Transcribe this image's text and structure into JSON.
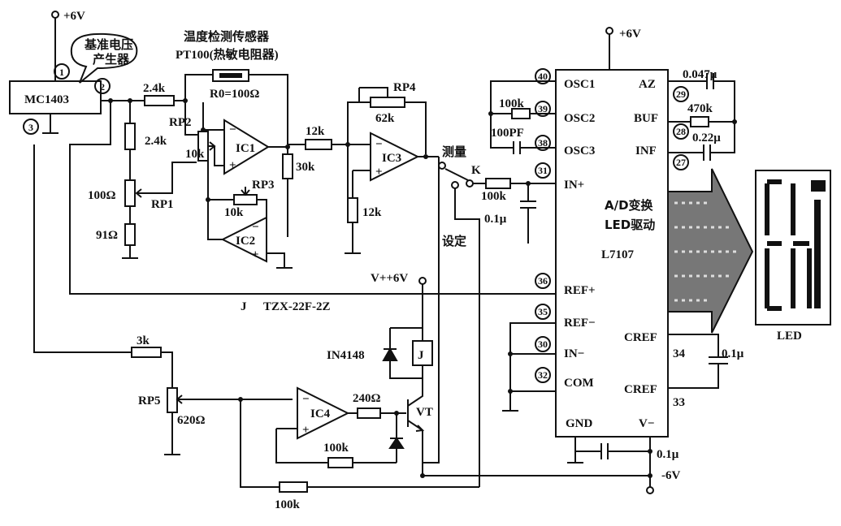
{
  "supplies": {
    "vcc_top": "+6V",
    "vcc_ic": "+6V",
    "vee": "-6V",
    "relay_supply": "V++6V"
  },
  "reference": {
    "chip": "MC1403",
    "callout": "基准电压\n产生器",
    "pin1": "1",
    "pin2": "2",
    "pin3": "3"
  },
  "sensor": {
    "title": "温度检测传感器",
    "model": "PT100(热敏电阻器)",
    "r0": "R0=100Ω"
  },
  "resistors": {
    "r_2_4k_a": "2.4k",
    "r_2_4k_b": "2.4k",
    "r_100": "100Ω",
    "r_91": "91Ω",
    "r_30k": "30k",
    "r_12k_a": "12k",
    "r_12k_b": "12k",
    "r_3k": "3k",
    "r_620": "620Ω",
    "r_240": "240Ω",
    "r_100k_a": "100k",
    "r_100k_b": "100k",
    "r_osc": "100k",
    "r_in": "100k",
    "r_470k": "470k"
  },
  "pots": {
    "rp1": "RP1",
    "rp2": "RP2",
    "rp2_val": "10k",
    "rp3": "RP3",
    "rp3_val": "10k",
    "rp4": "RP4",
    "rp4_val": "62k",
    "rp5": "RP5"
  },
  "opamps": {
    "ic1": "IC1",
    "ic2": "IC2",
    "ic3": "IC3",
    "ic4": "IC4"
  },
  "capacitors": {
    "c_osc": "100PF",
    "c_in": "0.1μ",
    "c_az": "0.047μ",
    "c_int": "0.22μ",
    "c_ref": "0.1μ",
    "c_supply": "0.1μ"
  },
  "switch": {
    "measure": "测量",
    "set": "设定",
    "k": "K"
  },
  "relay": {
    "model": "TZX-22F-2Z",
    "j_label": "J",
    "coil": "J",
    "diode": "IN4148",
    "transistor": "VT"
  },
  "adc": {
    "name": "L7107",
    "desc1": "A/D变换",
    "desc2": "LED驱动",
    "pins_left": [
      {
        "num": "40",
        "name": "OSC1"
      },
      {
        "num": "39",
        "name": "OSC2"
      },
      {
        "num": "38",
        "name": "OSC3"
      },
      {
        "num": "31",
        "name": "IN+"
      },
      {
        "num": "36",
        "name": "REF+"
      },
      {
        "num": "35",
        "name": "REF−"
      },
      {
        "num": "30",
        "name": "IN−"
      },
      {
        "num": "32",
        "name": "COM"
      }
    ],
    "pins_right": [
      {
        "num": "29",
        "name": "AZ"
      },
      {
        "num": "28",
        "name": "BUF"
      },
      {
        "num": "27",
        "name": "INF"
      },
      {
        "num": "34",
        "name": "CREF"
      },
      {
        "num": "33",
        "name": "CREF"
      }
    ],
    "gnd": "GND",
    "vminus": "V−"
  },
  "display": {
    "label": "LED",
    "symbols": "E.h8I"
  }
}
